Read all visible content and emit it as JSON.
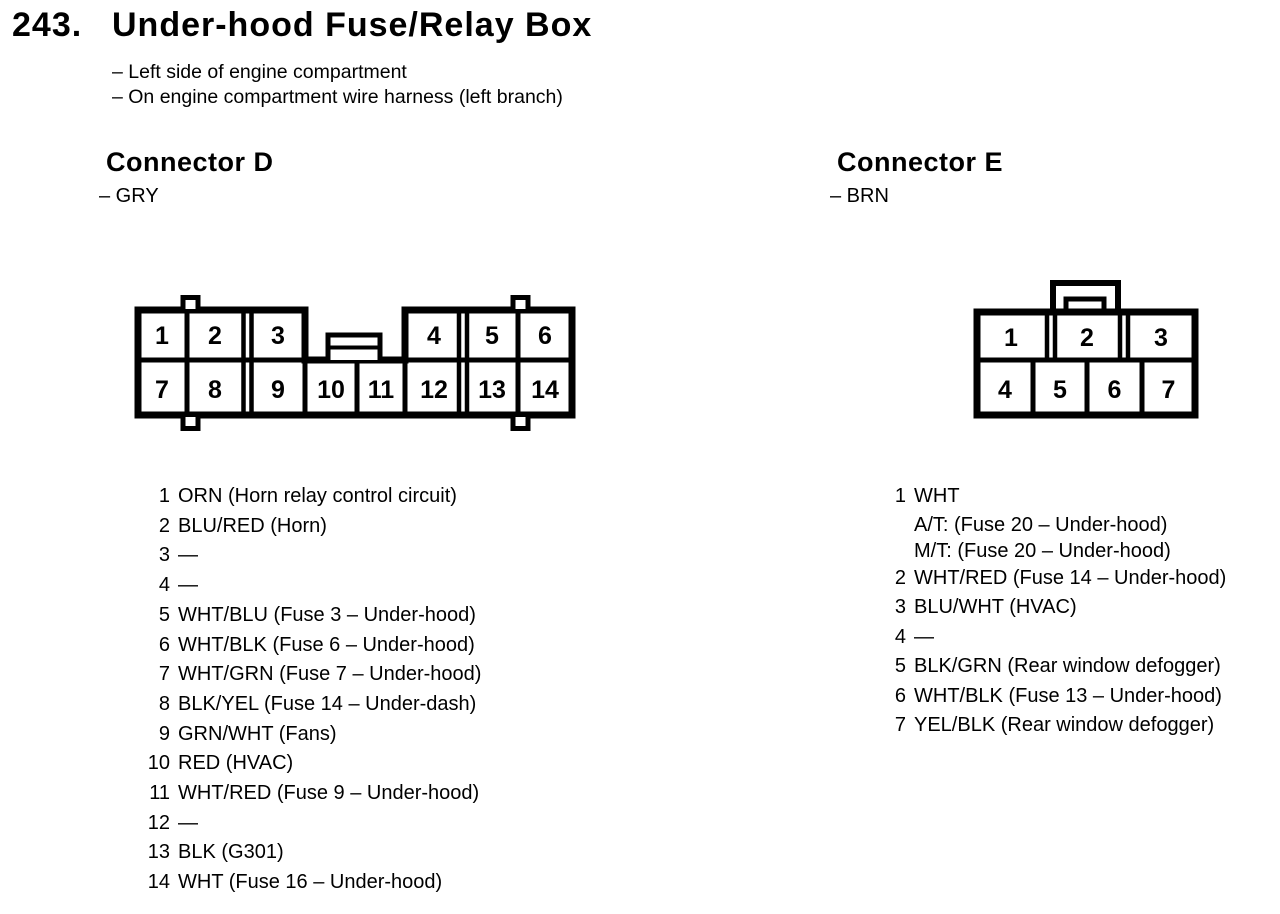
{
  "header": {
    "section_number": "243.",
    "title": "Under-hood Fuse/Relay Box",
    "note1": "– Left side of engine compartment",
    "note2": "– On engine compartment wire harness (left branch)"
  },
  "colors": {
    "ink": "#000000",
    "paper": "#ffffff"
  },
  "connector_d": {
    "title": "Connector D",
    "wire_color": "– GRY",
    "cells_top": [
      "1",
      "2",
      "3",
      "4",
      "5",
      "6"
    ],
    "cells_bottom": [
      "7",
      "8",
      "9",
      "10",
      "11",
      "12",
      "13",
      "14"
    ],
    "pins": [
      {
        "num": "1",
        "desc": "ORN (Horn relay control circuit)"
      },
      {
        "num": "2",
        "desc": "BLU/RED (Horn)"
      },
      {
        "num": "3",
        "desc": "—"
      },
      {
        "num": "4",
        "desc": "—"
      },
      {
        "num": "5",
        "desc": "WHT/BLU (Fuse 3 – Under-hood)"
      },
      {
        "num": "6",
        "desc": "WHT/BLK (Fuse 6 – Under-hood)"
      },
      {
        "num": "7",
        "desc": "WHT/GRN (Fuse 7 – Under-hood)"
      },
      {
        "num": "8",
        "desc": "BLK/YEL (Fuse 14 – Under-dash)"
      },
      {
        "num": "9",
        "desc": "GRN/WHT (Fans)"
      },
      {
        "num": "10",
        "desc": "RED (HVAC)"
      },
      {
        "num": "11",
        "desc": "WHT/RED (Fuse 9 – Under-hood)"
      },
      {
        "num": "12",
        "desc": "—"
      },
      {
        "num": "13",
        "desc": "BLK (G301)"
      },
      {
        "num": "14",
        "desc": "WHT (Fuse 16 – Under-hood)"
      }
    ]
  },
  "connector_e": {
    "title": "Connector E",
    "wire_color": "– BRN",
    "cells_top": [
      "1",
      "2",
      "3"
    ],
    "cells_bottom": [
      "4",
      "5",
      "6",
      "7"
    ],
    "pins": [
      {
        "num": "1",
        "desc": "WHT",
        "sub1": "A/T: (Fuse 20 – Under-hood)",
        "sub2": "M/T: (Fuse 20 – Under-hood)"
      },
      {
        "num": "2",
        "desc": "WHT/RED (Fuse 14 – Under-hood)"
      },
      {
        "num": "3",
        "desc": "BLU/WHT (HVAC)"
      },
      {
        "num": "4",
        "desc": "—"
      },
      {
        "num": "5",
        "desc": "BLK/GRN (Rear window defogger)"
      },
      {
        "num": "6",
        "desc": "WHT/BLK (Fuse 13 – Under-hood)"
      },
      {
        "num": "7",
        "desc": "YEL/BLK (Rear window defogger)"
      }
    ]
  }
}
